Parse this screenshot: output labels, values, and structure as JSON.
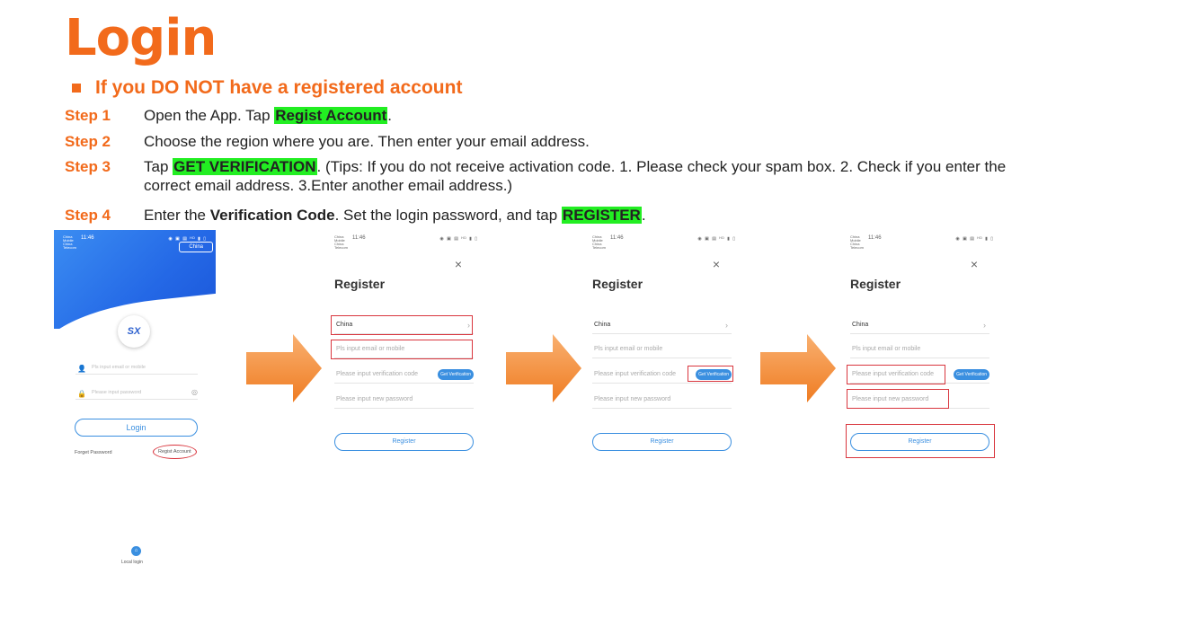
{
  "title": "Login",
  "subtitle": "If you DO NOT have a registered account",
  "steps": [
    {
      "label": "Step 1",
      "pre": "Open the App. Tap ",
      "hl": "Regist Account",
      "post": "."
    },
    {
      "label": "Step 2",
      "text": "Choose the region where you are. Then enter your email address."
    },
    {
      "label": "Step 3",
      "pre": "Tap ",
      "hl": "GET VERIFICATION",
      "post": ". (Tips: If you do not receive activation code.   1. Please check your spam box. 2. Check if you enter the",
      "line2": "correct email address. 3.Enter another email address.)"
    },
    {
      "label": "Step 4",
      "pre": "Enter the ",
      "bold": "Verification Code",
      "mid": ". Set the login password, and tap ",
      "hl": "REGISTER",
      "post": "."
    }
  ],
  "status_bar": {
    "carrier": "China Mobile China Telecom",
    "time": "11:46",
    "icons": "◉ ▣ ▤ ᴴᴰ ▮ ▯"
  },
  "login_screen": {
    "region": "China",
    "logo": "SX",
    "email_placeholder": "Pls input email or mobile",
    "password_placeholder": "Please input password",
    "login_button": "Login",
    "forget_password": "Forget Password",
    "regist_account": "Regist Account",
    "local_login": "Local login"
  },
  "register_screen": {
    "close": "×",
    "title": "Register",
    "region": "China",
    "email_placeholder": "Pls input email or mobile",
    "code_placeholder": "Please input verification code",
    "get_verification": "Get Verification",
    "password_placeholder": "Please input new password",
    "register_button": "Register"
  },
  "colors": {
    "accent": "#f26a1b",
    "highlight": "#22ee22",
    "app_blue": "#3a8fe0",
    "annotation_red": "#d9363e"
  }
}
